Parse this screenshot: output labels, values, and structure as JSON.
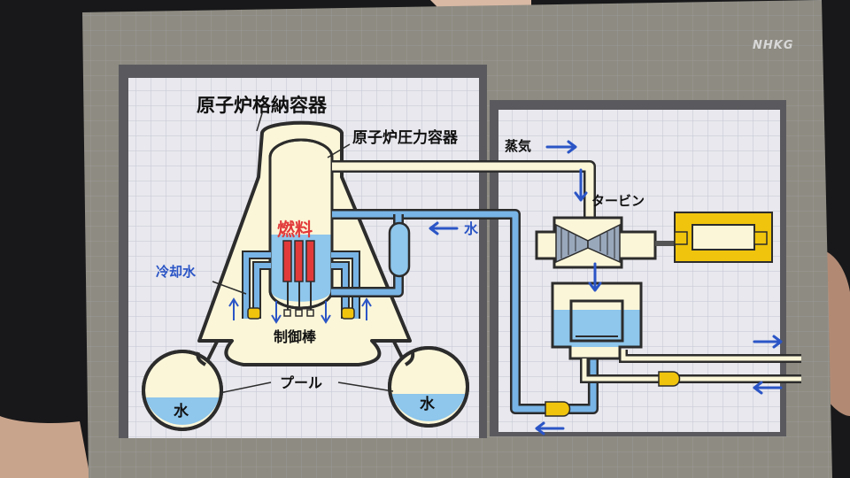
{
  "watermark": "NHKG",
  "labels": {
    "containment_vessel": "原子炉格納容器",
    "pressure_vessel": "原子炉圧力容器",
    "fuel": "燃料",
    "coolant": "冷却水",
    "control_rods": "制御棒",
    "pool": "プール",
    "water_left": "水",
    "water_right": "水",
    "water_return": "水",
    "steam": "蒸気",
    "turbine": "タービン"
  },
  "colors": {
    "board": "#8e8b82",
    "panel_bg": "#e8e8ee",
    "grid": "#c4c6d2",
    "vessel_fill": "#fbf6d8",
    "pipe_blue": "#78b4e6",
    "water_blue": "#8ec6ec",
    "arrow_blue": "#2b55c6",
    "fuel_red": "#e23a3a",
    "generator_yellow": "#f0c40c"
  }
}
